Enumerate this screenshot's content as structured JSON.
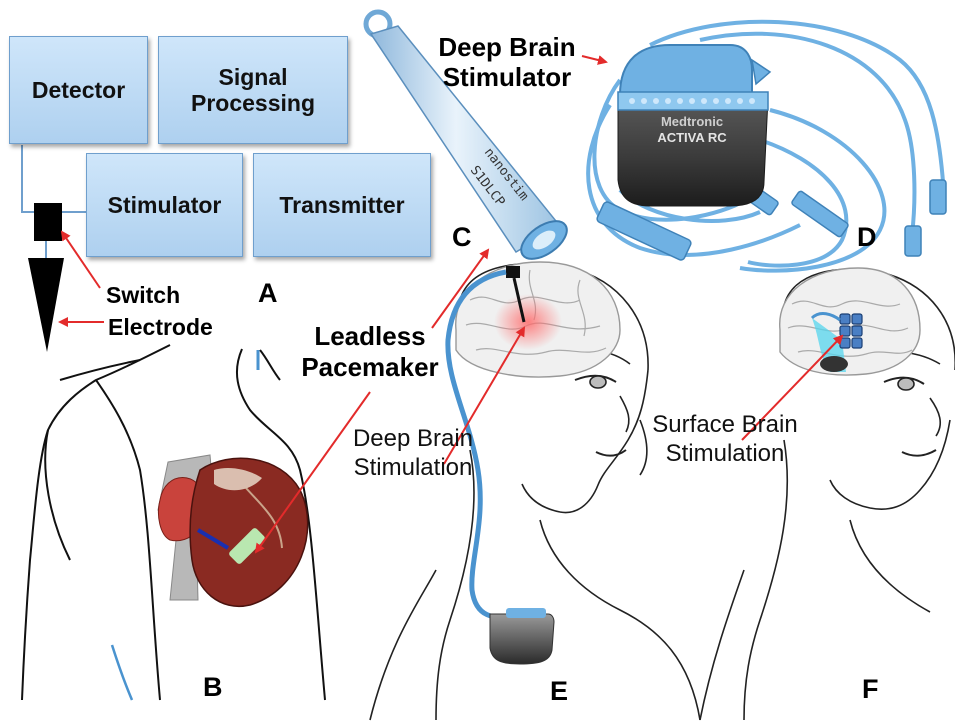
{
  "blocks": {
    "detector": "Detector",
    "signal_processing": "Signal Processing",
    "stimulator": "Stimulator",
    "transmitter": "Transmitter"
  },
  "labels": {
    "switch": "Switch",
    "electrode": "Electrode",
    "deep_brain_stimulator": "Deep Brain Stimulator",
    "leadless_pacemaker": "Leadless Pacemaker",
    "deep_brain_stimulation": "Deep Brain Stimulation",
    "surface_brain_stimulation": "Surface Brain Stimulation"
  },
  "panel_letters": {
    "a": "A",
    "b": "B",
    "c": "C",
    "d": "D",
    "e": "E",
    "f": "F"
  },
  "device_text": {
    "pacemaker_brand": "nanostim",
    "pacemaker_model": "S1DLCP",
    "dbs_brand": "Medtronic",
    "dbs_model": "ACTIVA RC"
  },
  "colors": {
    "block_fill": "#b9d8f4",
    "device_blue": "#6fb1e3",
    "lead_blue": "#4a93cf",
    "arrow_red": "#e32b2b",
    "heart": "#8a2a22"
  }
}
